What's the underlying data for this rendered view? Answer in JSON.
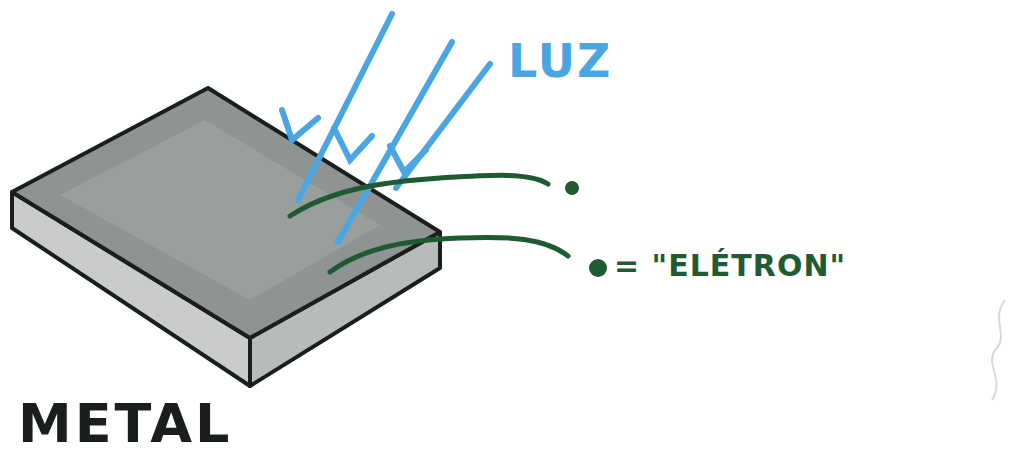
{
  "diagram": {
    "labels": [
      "LUZ",
      "METAL",
      "= \"ELÉTRON\""
    ]
  }
}
